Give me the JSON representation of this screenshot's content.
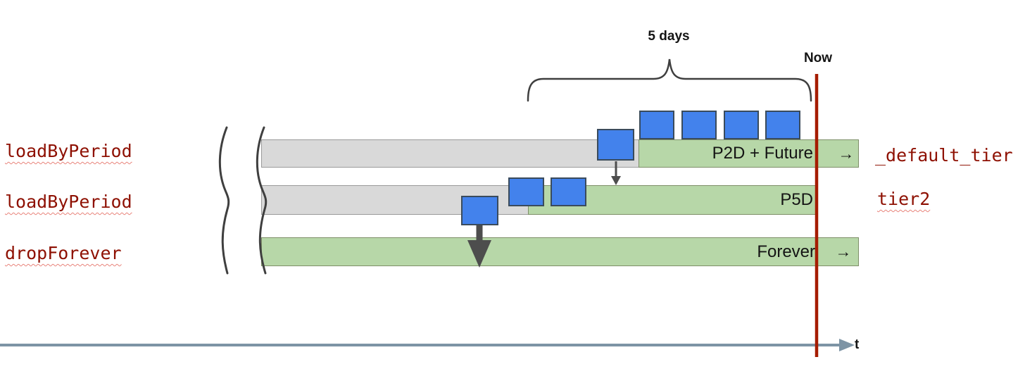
{
  "diagram": {
    "duration_label": "5 days",
    "now_label": "Now",
    "axis_label": "t",
    "arrow_glyph": "→"
  },
  "rules": [
    {
      "name": "loadByPeriod",
      "period": "P2D + Future",
      "tier": "_default_tier",
      "extends_past_now": true
    },
    {
      "name": "loadByPeriod",
      "period": "P5D",
      "tier": "tier2",
      "extends_past_now": false
    },
    {
      "name": "dropForever",
      "period": "Forever",
      "tier": "",
      "extends_past_now": true
    }
  ],
  "segments": {
    "tier1_loaded_count": 4,
    "tier1_moving_down_count": 1,
    "tier2_loaded_count": 2,
    "tier2_dropping_count": 1
  },
  "colors": {
    "loaded_bar_fill": "#b7d7a8",
    "unloaded_bar_fill": "#d9d9d9",
    "segment_fill": "#4382ec",
    "segment_border": "#3a4b5c",
    "now_line": "#a51c00",
    "code_label_text": "#8e1002",
    "time_axis": "#7d94a5",
    "brace_stroke": "#3f3f3f"
  }
}
